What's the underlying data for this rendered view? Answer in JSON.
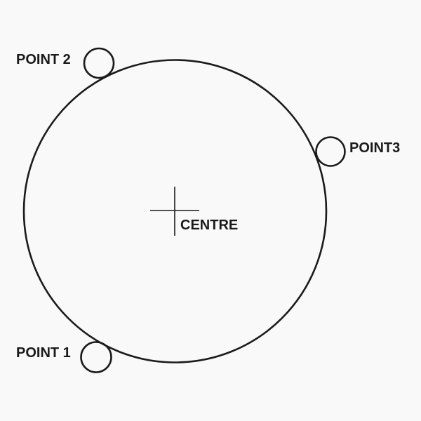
{
  "diagram": {
    "labels": {
      "point1": "POINT 1",
      "point2": "POINT 2",
      "point3": "POINT3",
      "centre": "CENTRE"
    },
    "colors": {
      "background": "#f9f9f9",
      "stroke": "#1b1b1b",
      "text": "#1b1b1b"
    }
  }
}
